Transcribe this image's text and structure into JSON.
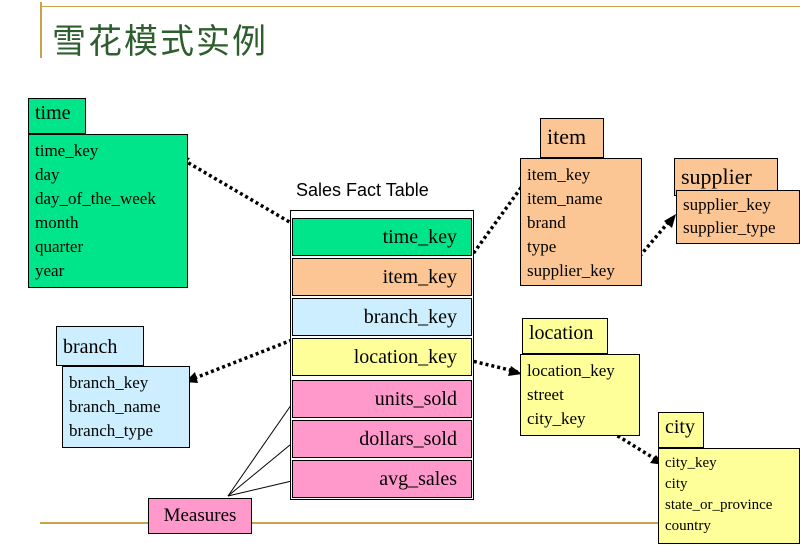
{
  "title": "雪花模式实例",
  "fact": {
    "label": "Sales Fact Table",
    "keys": [
      "time_key",
      "item_key",
      "branch_key",
      "location_key"
    ],
    "measures": [
      "units_sold",
      "dollars_sold",
      "avg_sales"
    ]
  },
  "measures_label": "Measures",
  "time": {
    "name": "time",
    "fields": [
      "time_key",
      "day",
      "day_of_the_week",
      "month",
      "quarter",
      "year"
    ]
  },
  "branch": {
    "name": "branch",
    "fields": [
      "branch_key",
      "branch_name",
      "branch_type"
    ]
  },
  "item": {
    "name": "item",
    "fields": [
      "item_key",
      "item_name",
      "brand",
      "type",
      "supplier_key"
    ]
  },
  "supplier": {
    "name": "supplier",
    "fields": [
      "supplier_key",
      "supplier_type"
    ]
  },
  "location": {
    "name": "location",
    "fields": [
      "location_key",
      "street",
      "city_key"
    ]
  },
  "city": {
    "name": "city",
    "fields": [
      "city_key",
      "city",
      "state_or_province",
      "country"
    ]
  },
  "colors": {
    "time": "#00e58a",
    "item": "#fcc694",
    "branch": "#cceeff",
    "location": "#ffff99",
    "measure": "#ff99cc",
    "title": "#2e5e2e",
    "rule": "#c8a24a"
  }
}
